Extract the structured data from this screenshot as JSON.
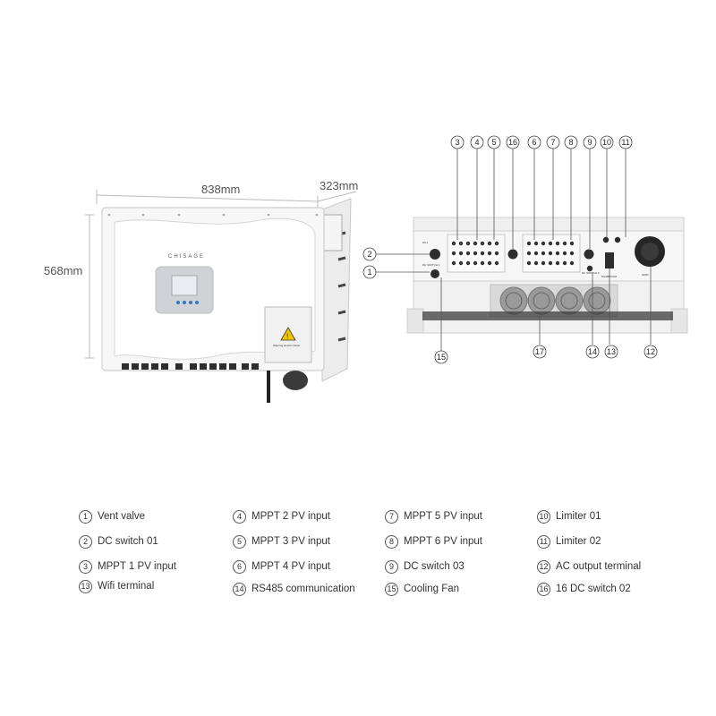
{
  "dimensions": {
    "width": "838mm",
    "depth": "323mm",
    "height": "568mm"
  },
  "device": {
    "brand": "CHISAGE",
    "warning_symbol": "!",
    "warning_label": "Warning electric shock"
  },
  "front_panel": {
    "label_top_left": "DC1",
    "label_dc_switch_01": "DC SWITCH 1",
    "label_dc_switch_03": "DC SWITCH 3",
    "label_rs485": "RS485/COM",
    "label_ac": "GRID"
  },
  "callouts": [
    "3",
    "4",
    "5",
    "16",
    "6",
    "7",
    "8",
    "9",
    "10",
    "11",
    "2",
    "1",
    "15",
    "17",
    "14",
    "13",
    "12"
  ],
  "legend": {
    "columns": [
      [
        {
          "num": "1",
          "label": "Vent valve"
        },
        {
          "num": "2",
          "label": "DC switch 01"
        },
        {
          "num": "3",
          "label": "MPPT 1 PV input"
        },
        {
          "num": "13",
          "label": "Wifi terminal"
        }
      ],
      [
        {
          "num": "4",
          "label": "MPPT 2 PV input"
        },
        {
          "num": "5",
          "label": "MPPT 3 PV input"
        },
        {
          "num": "6",
          "label": "MPPT 4 PV input"
        },
        {
          "num": "14",
          "label": "RS485 communication"
        }
      ],
      [
        {
          "num": "7",
          "label": "MPPT 5 PV input"
        },
        {
          "num": "8",
          "label": "MPPT 6 PV input"
        },
        {
          "num": "9",
          "label": "DC switch 03"
        },
        {
          "num": "15",
          "label": "Cooling Fan"
        }
      ],
      [
        {
          "num": "10",
          "label": "Limiter 01"
        },
        {
          "num": "11",
          "label": "Limiter 02"
        },
        {
          "num": "12",
          "label": "AC output terminal"
        },
        {
          "num": "16",
          "label": "16 DC switch 02"
        }
      ]
    ]
  }
}
